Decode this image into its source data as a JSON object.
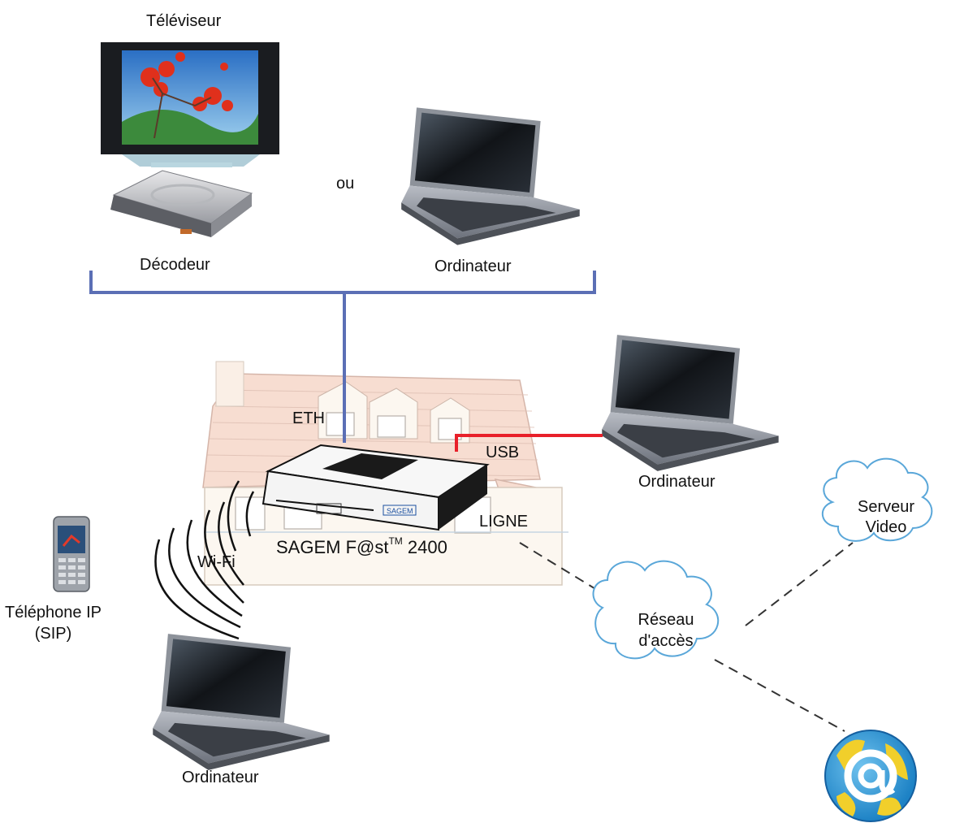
{
  "labels": {
    "televiseur": "Téléviseur",
    "ou": "ou",
    "decodeur": "Décodeur",
    "ordinateur_top": "Ordinateur",
    "eth": "ETH",
    "usb": "USB",
    "ordinateur_right": "Ordinateur",
    "ligne": "LIGNE",
    "wifi": "Wi-Fi",
    "sagem_prefix": "SAGEM F@st",
    "sagem_tm": "TM",
    "sagem_model": " 2400",
    "telephone_line1": "Téléphone IP",
    "telephone_line2": "(SIP)",
    "ordinateur_bottom": "Ordinateur",
    "serveur_line1": "Serveur",
    "serveur_line2": "Video",
    "reseau_line1": "Réseau",
    "reseau_line2": "d'accès",
    "router_brand": "SAGEM"
  },
  "colors": {
    "ethernet_line": "#5b6fb5",
    "usb_line": "#e8202a",
    "dashed_link": "#333333",
    "cloud_stroke": "#5aa7d9",
    "cloud_fill": "#ffffff",
    "house_roof": "#e9b9a3",
    "globe_ring": "#1d82c5",
    "globe_land": "#f1cf2b"
  },
  "icons": [
    "television-icon",
    "set-top-box-icon",
    "laptop-icon",
    "mobile-phone-icon",
    "router-icon",
    "house-icon",
    "cloud-icon",
    "internet-globe-icon"
  ]
}
